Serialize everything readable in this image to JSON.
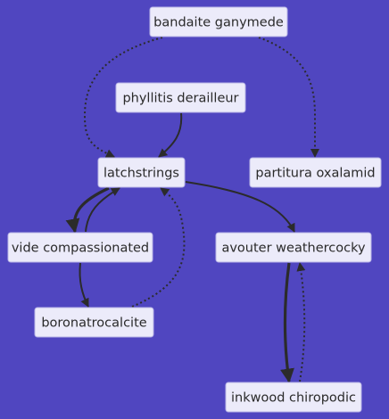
{
  "diagram": {
    "nodes": [
      {
        "id": "bandaite",
        "label": "bandaite ganymede"
      },
      {
        "id": "phyllitis",
        "label": "phyllitis derailleur"
      },
      {
        "id": "latchstrings",
        "label": "latchstrings"
      },
      {
        "id": "partitura",
        "label": "partitura oxalamid"
      },
      {
        "id": "vide",
        "label": "vide compassionated"
      },
      {
        "id": "avouter",
        "label": "avouter weathercocky"
      },
      {
        "id": "boronatrocalcite",
        "label": "boronatrocalcite"
      },
      {
        "id": "inkwood",
        "label": "inkwood chiropodic"
      }
    ],
    "edges": [
      {
        "from": "bandaite",
        "to": "latchstrings",
        "style": "dotted"
      },
      {
        "from": "bandaite",
        "to": "partitura",
        "style": "dotted"
      },
      {
        "from": "phyllitis",
        "to": "latchstrings",
        "style": "solid"
      },
      {
        "from": "latchstrings",
        "to": "vide",
        "style": "thick"
      },
      {
        "from": "vide",
        "to": "latchstrings",
        "style": "solid"
      },
      {
        "from": "latchstrings",
        "to": "avouter",
        "style": "solid"
      },
      {
        "from": "vide",
        "to": "boronatrocalcite",
        "style": "solid"
      },
      {
        "from": "boronatrocalcite",
        "to": "latchstrings",
        "style": "dotted"
      },
      {
        "from": "avouter",
        "to": "inkwood",
        "style": "thick"
      },
      {
        "from": "inkwood",
        "to": "avouter",
        "style": "dotted"
      }
    ]
  }
}
